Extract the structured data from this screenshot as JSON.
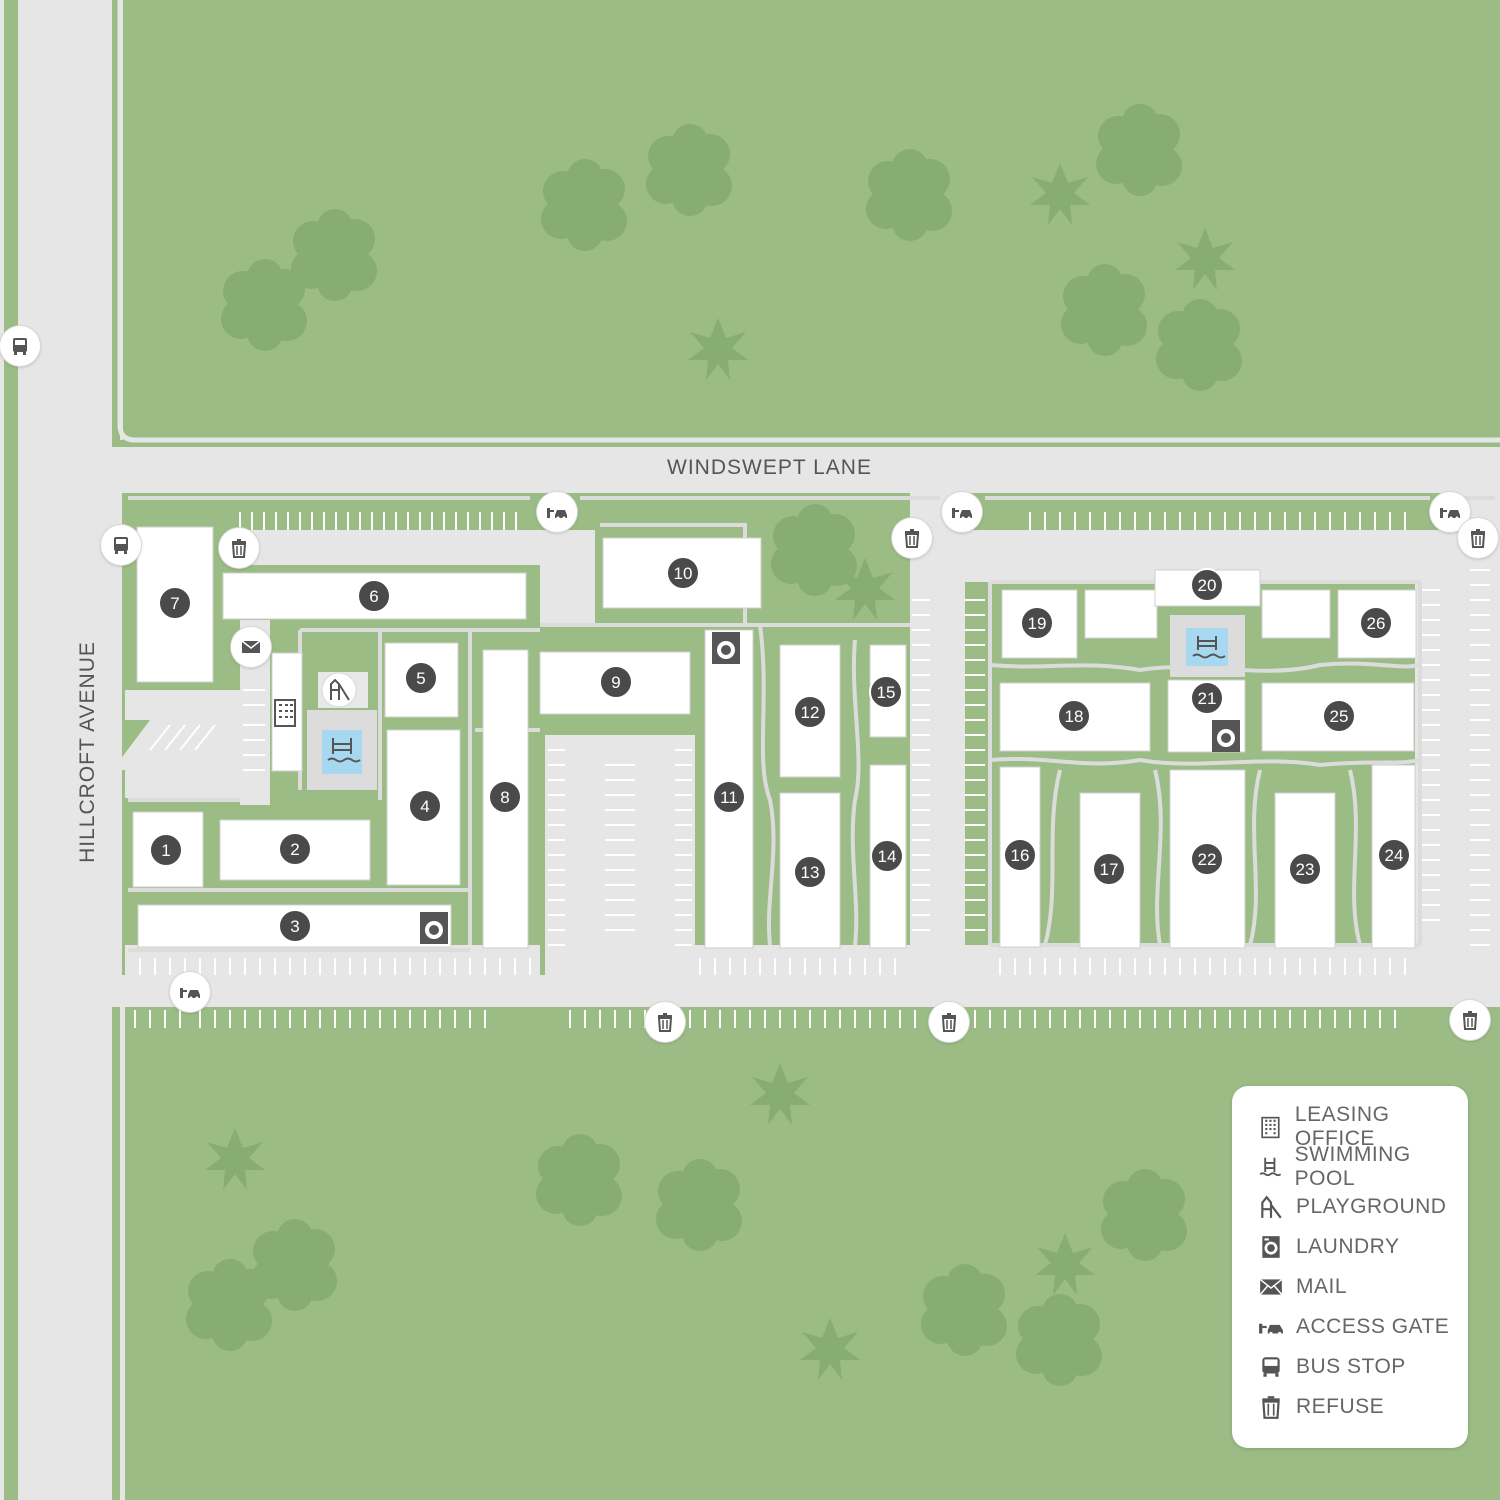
{
  "streets": {
    "north": "WINDSWEPT LANE",
    "west": "HILLCROFT AVENUE"
  },
  "buildings": [
    "1",
    "2",
    "3",
    "4",
    "5",
    "6",
    "7",
    "8",
    "9",
    "10",
    "11",
    "12",
    "13",
    "14",
    "15",
    "16",
    "17",
    "18",
    "19",
    "20",
    "21",
    "22",
    "23",
    "24",
    "25",
    "26"
  ],
  "legend": {
    "items": [
      {
        "icon": "leasing-office-icon",
        "label": "LEASING OFFICE"
      },
      {
        "icon": "swimming-pool-icon",
        "label": "SWIMMING POOL"
      },
      {
        "icon": "playground-icon",
        "label": "PLAYGROUND"
      },
      {
        "icon": "laundry-icon",
        "label": "LAUNDRY"
      },
      {
        "icon": "mail-icon",
        "label": "MAIL"
      },
      {
        "icon": "access-gate-icon",
        "label": "ACCESS GATE"
      },
      {
        "icon": "bus-stop-icon",
        "label": "BUS STOP"
      },
      {
        "icon": "refuse-icon",
        "label": "REFUSE"
      }
    ]
  },
  "colors": {
    "grass": "#9bbd85",
    "dark_tree": "#86ab72",
    "road": "#e6e6e6",
    "building": "#ffffff",
    "badge": "#4a4a4a",
    "pool_water": "#a8d8f0",
    "icon": "#555555"
  }
}
